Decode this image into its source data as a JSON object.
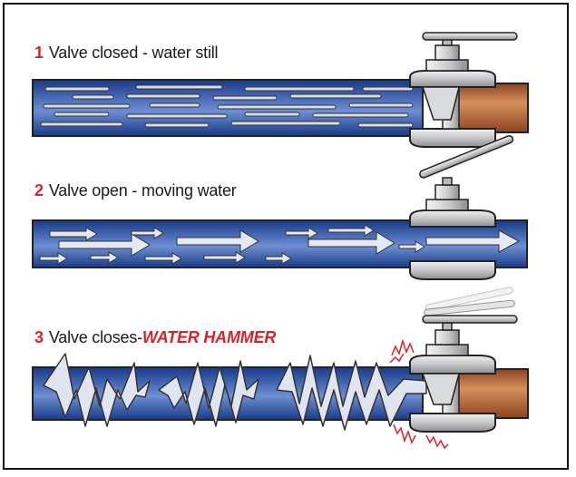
{
  "panels": [
    {
      "number": "1",
      "caption": "Valve closed - water still",
      "state": "still"
    },
    {
      "number": "2",
      "caption": "Valve open - moving water",
      "state": "moving"
    },
    {
      "number": "3",
      "caption": "Valve closes-",
      "emphasis": "WATER HAMMER",
      "state": "hammer"
    }
  ],
  "colors": {
    "water_dark": "#1b3f8f",
    "water_light": "#6f8fd2",
    "pipe_copper": "#b86a3c",
    "valve_gray": "#c8c9cb",
    "accent_red": "#d8232a"
  }
}
